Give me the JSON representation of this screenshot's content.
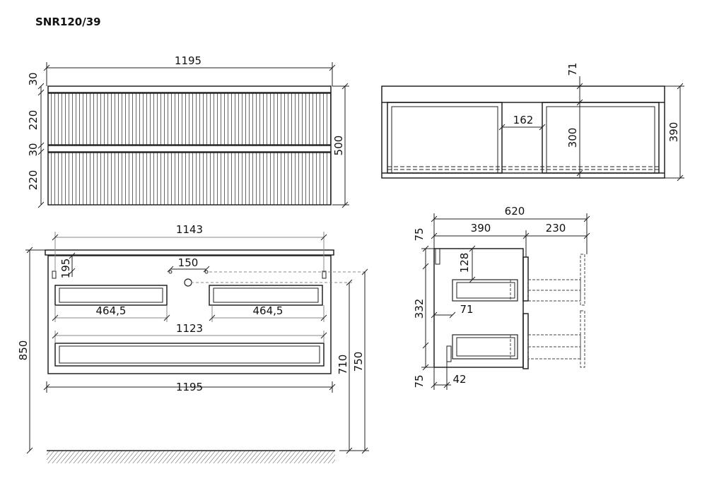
{
  "title": "SNR120/39",
  "front": {
    "width": "1195",
    "top_rail": "30",
    "drawer1": "220",
    "mid_rail": "30",
    "drawer2": "220",
    "height": "500"
  },
  "top_view": {
    "depth_top": "71",
    "gap": "162",
    "inner": "300",
    "depth": "390"
  },
  "back": {
    "inner_width": "1143",
    "offset": "195",
    "spacing": "150",
    "left_drawer": "464,5",
    "right_drawer": "464,5",
    "bottom_drawer": "1123",
    "width": "1195",
    "h710": "710",
    "h750": "750",
    "h850": "850"
  },
  "side": {
    "total": "620",
    "left": "390",
    "right": "230",
    "top_gap": "75",
    "h128": "128",
    "h332": "332",
    "w71": "71",
    "bottom_gap": "75",
    "w42": "42"
  },
  "colors": {
    "line": "#222222",
    "dim": "#888888"
  }
}
